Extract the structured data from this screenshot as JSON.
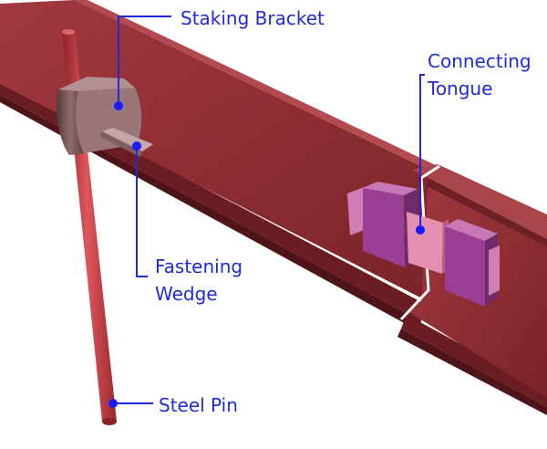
{
  "labels": {
    "staking_bracket": "Staking Bracket",
    "connecting_tongue_line1": "Connecting",
    "connecting_tongue_line2": "Tongue",
    "fastening_wedge_line1": "Fastening",
    "fastening_wedge_line2": "Wedge",
    "steel_pin": "Steel Pin"
  },
  "colors": {
    "label_text": "#1f2bd6",
    "leader_line": "#1f2bd6",
    "marker_dot": "#1a1aff",
    "rail_face": "#8e2e33",
    "rail_top": "#a8454a",
    "rail_dark": "#5e1a1e",
    "pin": "#c2363c",
    "bracket": "#7a5a5c",
    "tongue_block": "#a24a9a",
    "tongue_plate": "#e79ab6"
  }
}
